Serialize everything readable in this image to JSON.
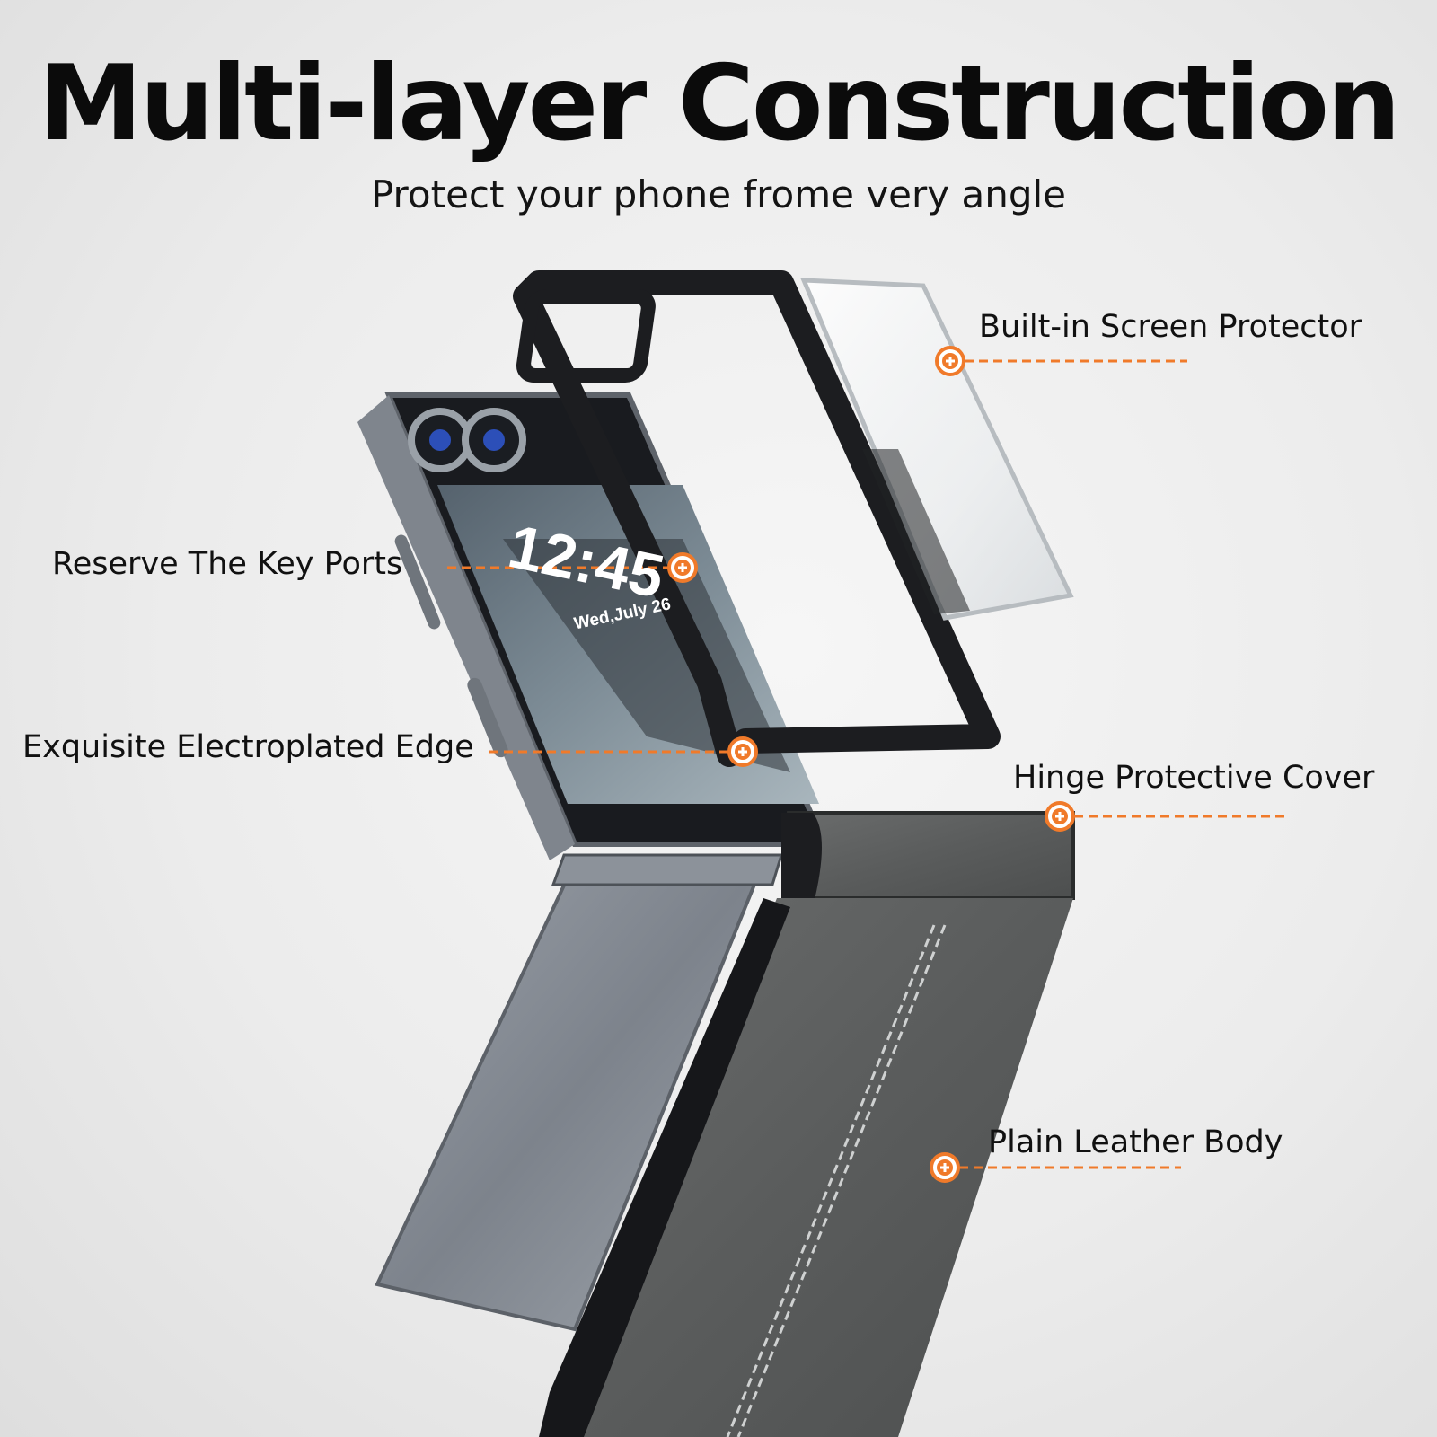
{
  "heading": {
    "title": "Multi-layer Construction",
    "subtitle": "Protect your phone frome very angle"
  },
  "phone_screen": {
    "time": "12:45",
    "date": "Wed,July 26"
  },
  "callouts": [
    {
      "label": "Built-in Screen Protector"
    },
    {
      "label": "Reserve The Key Ports"
    },
    {
      "label": "Exquisite Electroplated Edge"
    },
    {
      "label": "Hinge Protective Cover"
    },
    {
      "label": "Plain Leather Body"
    }
  ],
  "colors": {
    "accent": "#f07a2a",
    "leather": "#5d5f5f",
    "frame": "#1c1d20",
    "phone_body": "#8b9098"
  },
  "icons": [
    "plus-marker-icon"
  ]
}
